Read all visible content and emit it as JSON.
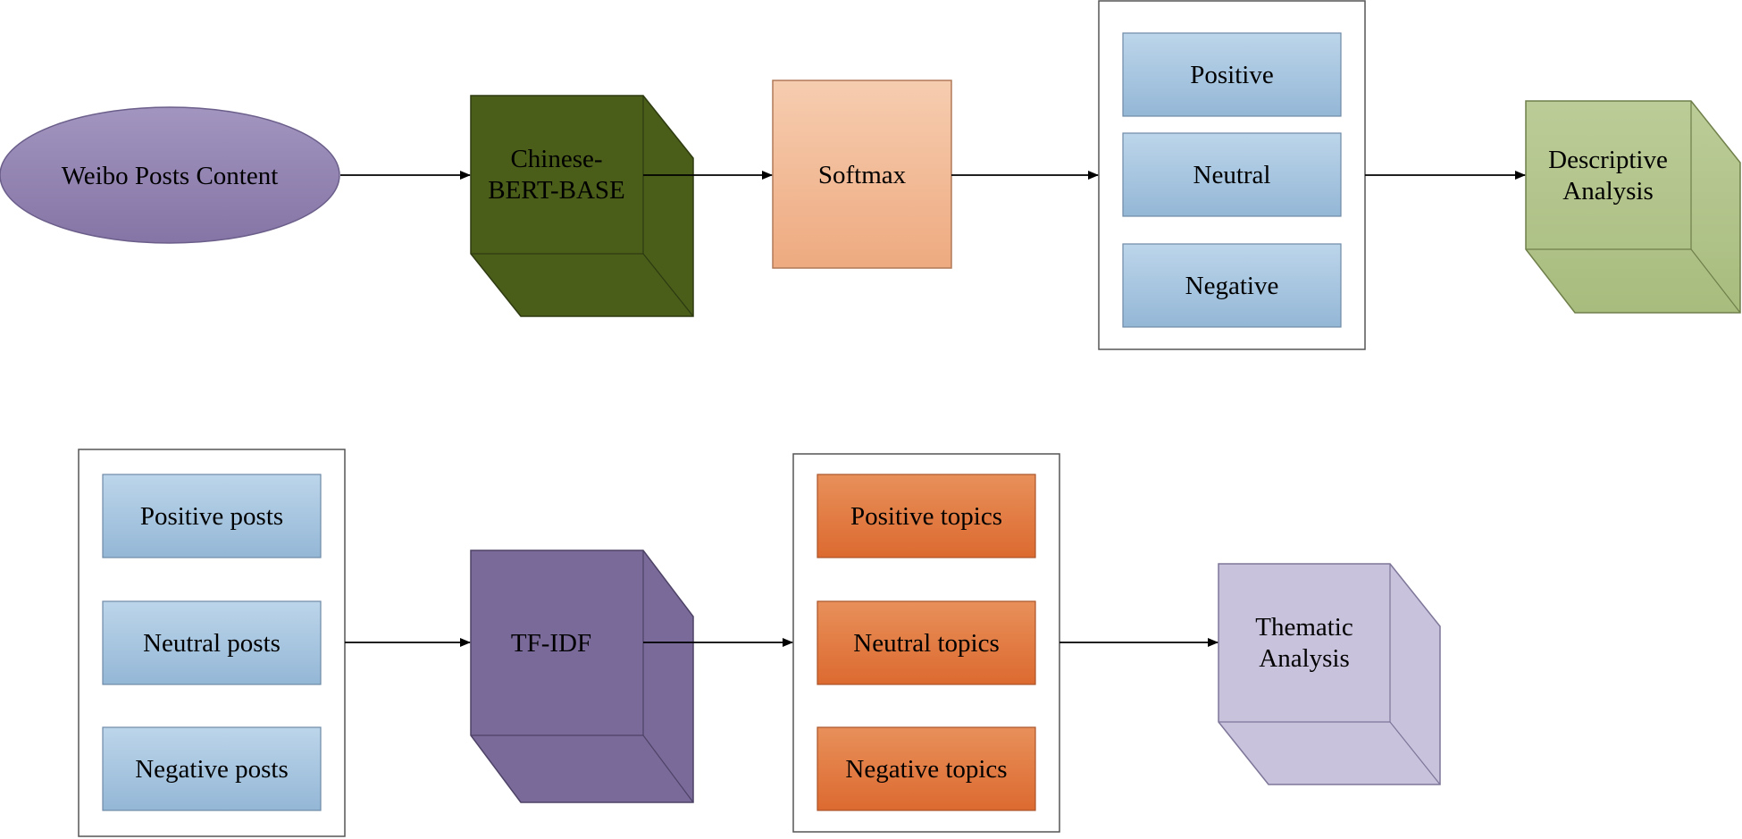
{
  "top_row": {
    "input": {
      "label": "Weibo Posts Content"
    },
    "model": {
      "line1": "Chinese-",
      "line2": "BERT-BASE"
    },
    "softmax": {
      "label": "Softmax"
    },
    "sentiments": {
      "positive": "Positive",
      "neutral": "Neutral",
      "negative": "Negative"
    },
    "output": {
      "line1": "Descriptive",
      "line2": "Analysis"
    }
  },
  "bottom_row": {
    "posts": {
      "positive": "Positive posts",
      "neutral": "Neutral posts",
      "negative": "Negative posts"
    },
    "tfidf": {
      "label": "TF-IDF"
    },
    "topics": {
      "positive": "Positive topics",
      "neutral": "Neutral topics",
      "negative": "Negative topics"
    },
    "output": {
      "line1": "Thematic",
      "line2": "Analysis"
    }
  },
  "colors": {
    "ellipse": "#9385b2",
    "bert": "#4a5e1a",
    "softmax": "#f2b892",
    "sentiment_box": "#a9c6e0",
    "descriptive": "#b3c48c",
    "tfidf": "#7a6a9a",
    "topic_box": "#e07a40",
    "thematic": "#c9c2dc"
  }
}
